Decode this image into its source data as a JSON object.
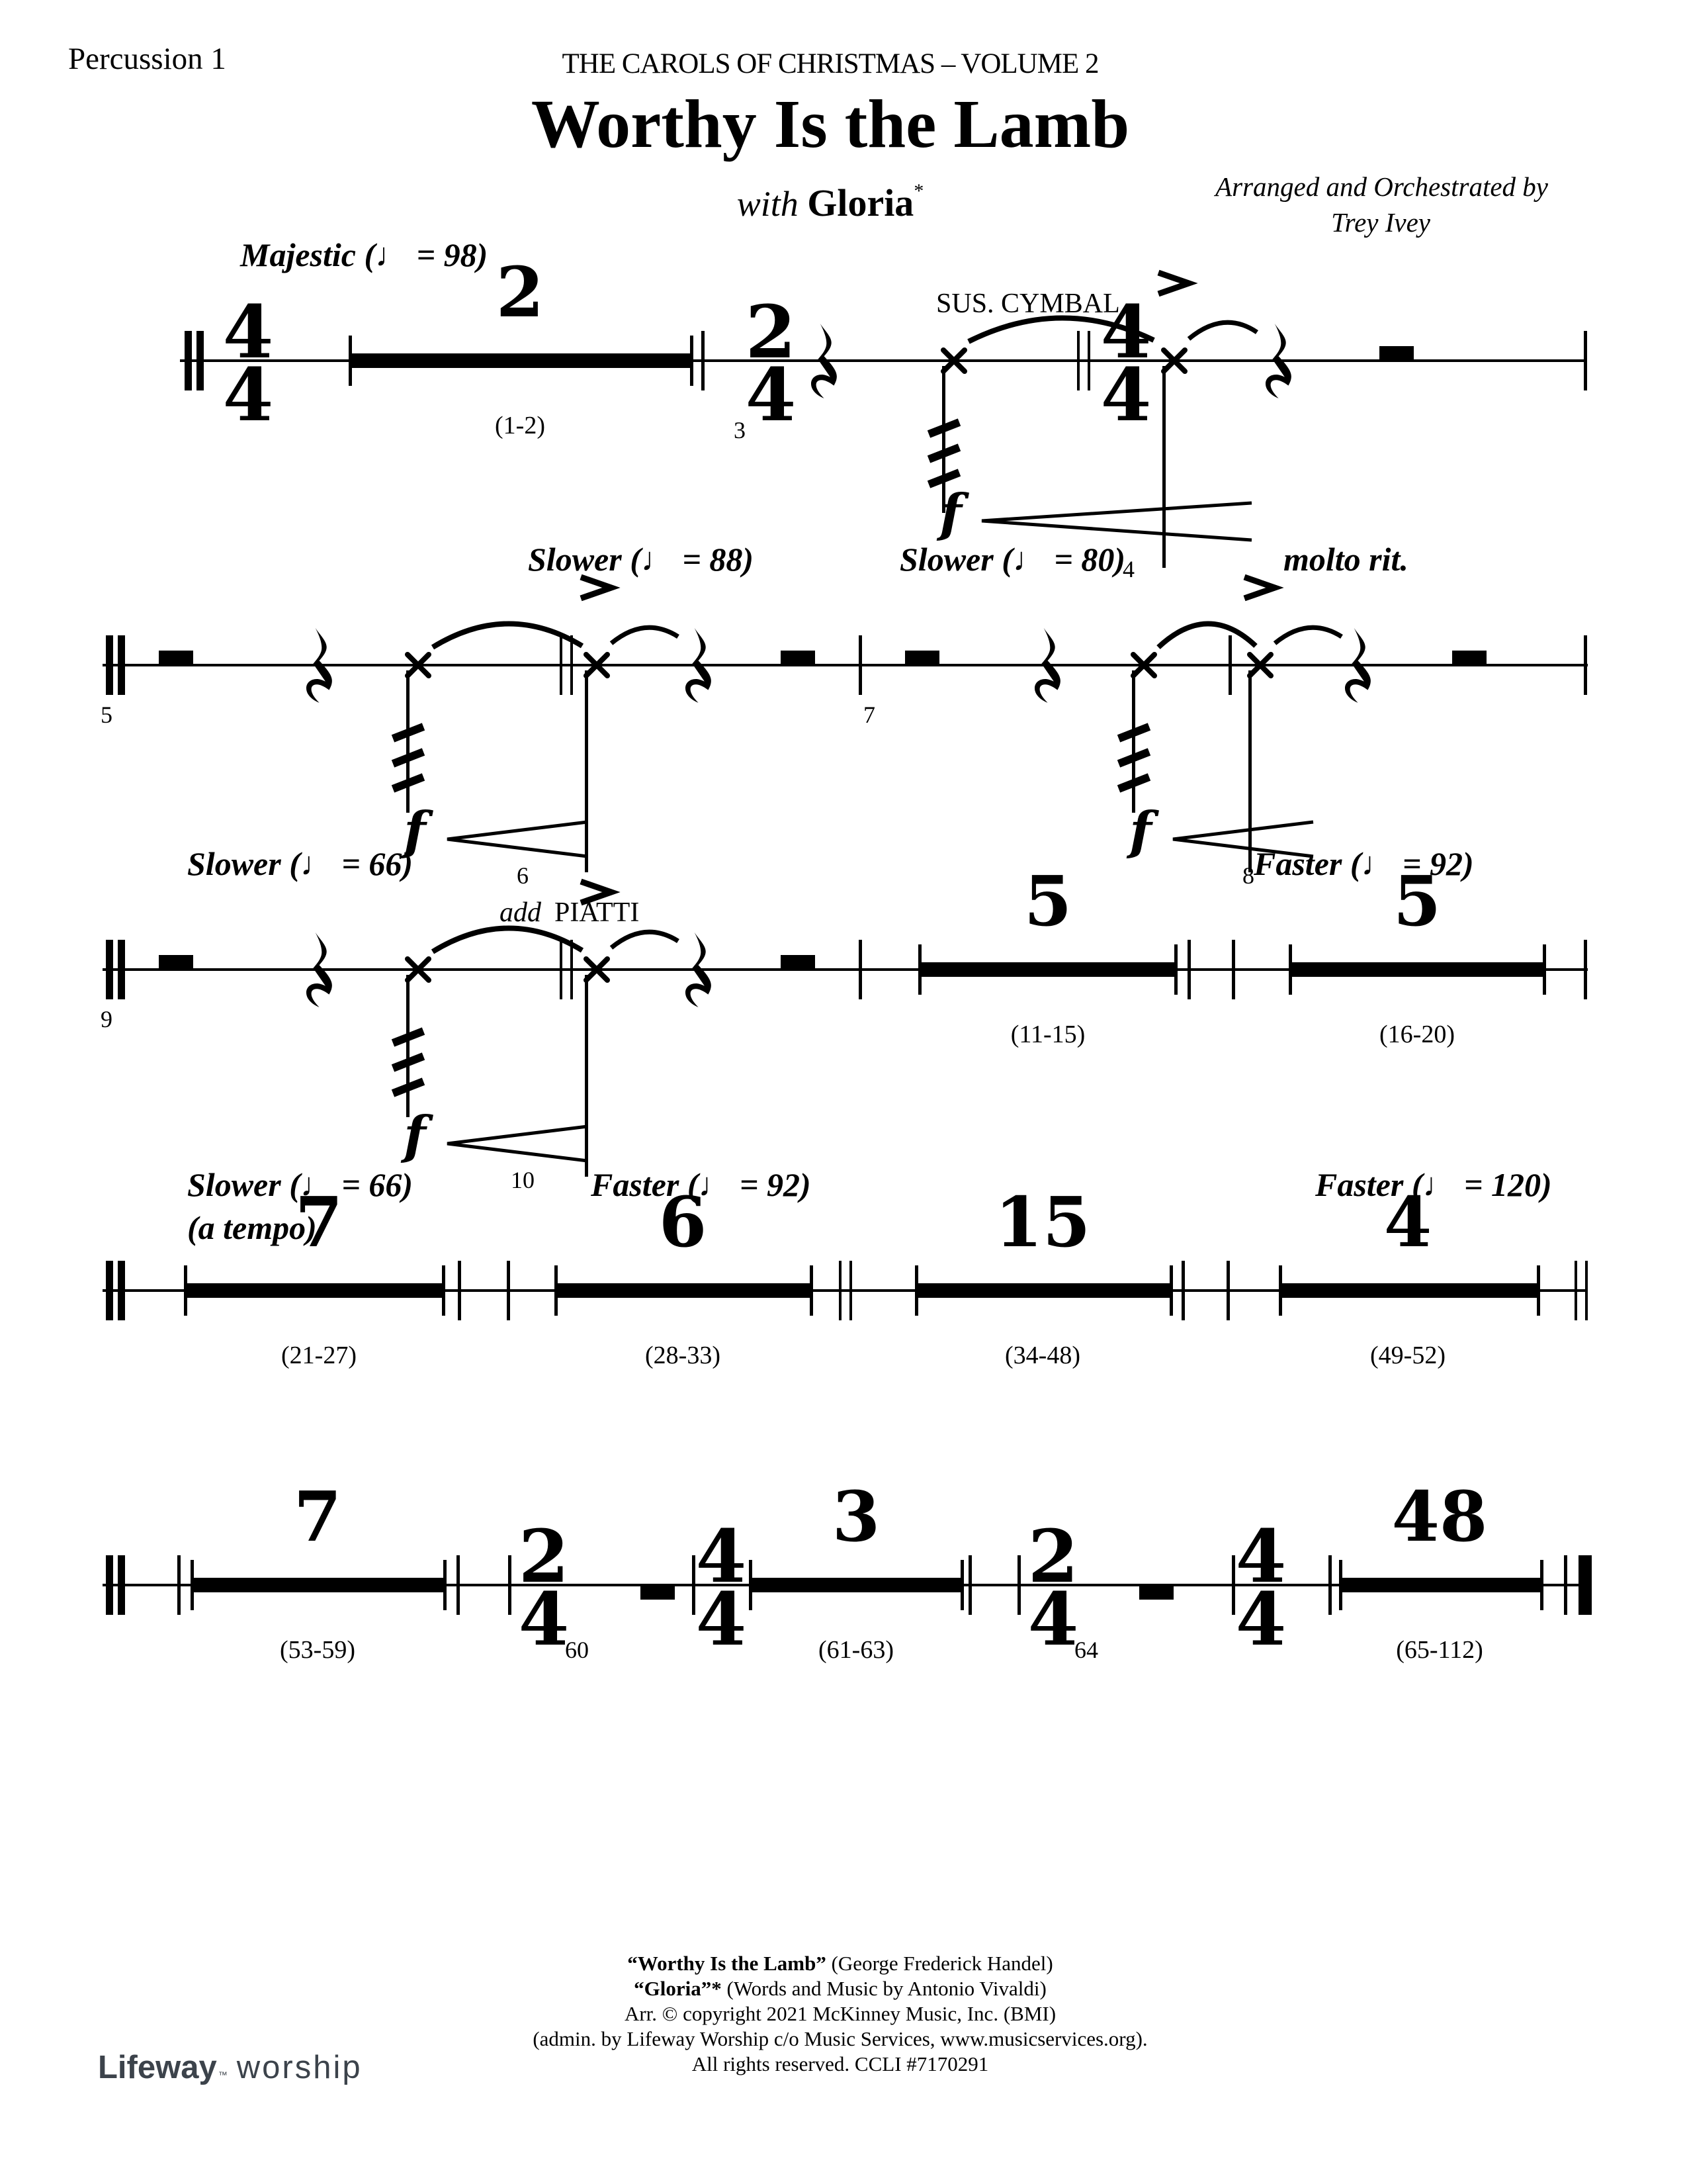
{
  "header": {
    "part_name": "Percussion 1",
    "series": "THE CAROLS OF CHRISTMAS – VOLUME 2",
    "title": "Worthy Is the Lamb",
    "subtitle_with": "with",
    "subtitle_work": "Gloria",
    "subtitle_footnote_marker": "*",
    "arranger_line1": "Arranged and Orchestrated by",
    "arranger_line2": "Trey Ivey"
  },
  "music": {
    "sys1": {
      "tempo": "Majestic (♩ = 98)",
      "cue": "SUS. CYMBAL",
      "ts_44_top": "4",
      "ts_44_bot": "4",
      "ts_24_top": "2",
      "ts_24_bot": "4",
      "rest_count": "2",
      "rest_range": "(1-2)",
      "m3": "3",
      "m4": "4",
      "dynamic": "f"
    },
    "sys2": {
      "tempo1": "Slower (♩ = 88)",
      "tempo2": "Slower (♩ = 80)",
      "tempo3": "molto rit.",
      "m5": "5",
      "m6": "6",
      "m7": "7",
      "m8": "8",
      "dynamic": "f"
    },
    "sys3": {
      "tempo1": "Slower (♩ = 66)",
      "cue_italic": "add",
      "cue_roman": "PIATTI",
      "tempo2": "Faster (♩ = 92)",
      "m9": "9",
      "m10": "10",
      "rest1_count": "5",
      "rest1_range": "(11-15)",
      "rest2_count": "5",
      "rest2_range": "(16-20)",
      "dynamic": "f"
    },
    "sys4": {
      "tempo1a": "Slower (♩ = 66)",
      "tempo1b": "(a tempo)",
      "tempo2": "Faster (♩ = 92)",
      "tempo3": "Faster (♩ = 120)",
      "rest1_count": "7",
      "rest1_range": "(21-27)",
      "rest2_count": "6",
      "rest2_range": "(28-33)",
      "rest3_count": "15",
      "rest3_range": "(34-48)",
      "rest4_count": "4",
      "rest4_range": "(49-52)"
    },
    "sys5": {
      "rest1_count": "7",
      "rest1_range": "(53-59)",
      "m60": "60",
      "m64": "64",
      "ts_24_top": "2",
      "ts_24_bot": "4",
      "ts_44_top": "4",
      "ts_44_bot": "4",
      "rest2_count": "3",
      "rest2_range": "(61-63)",
      "rest3_count": "48",
      "rest3_range": "(65-112)"
    }
  },
  "footer": {
    "credit1_bold": "“Worthy Is the Lamb”",
    "credit1_rest": " (George Frederick Handel)",
    "credit2_bold": "“Gloria”*",
    "credit2_rest": " (Words and Music by Antonio Vivaldi)",
    "credit3": "Arr. © copyright 2021 McKinney Music, Inc. (BMI)",
    "credit4": "(admin. by Lifeway Worship c/o Music Services, www.musicservices.org).",
    "credit5": "All rights reserved. CCLI #7170291",
    "logo_primary": "Lifeway",
    "logo_tm": "™",
    "logo_secondary": "worship"
  },
  "colors": {
    "ink": "#000000",
    "paper": "#ffffff",
    "logo": "#3c434b"
  }
}
